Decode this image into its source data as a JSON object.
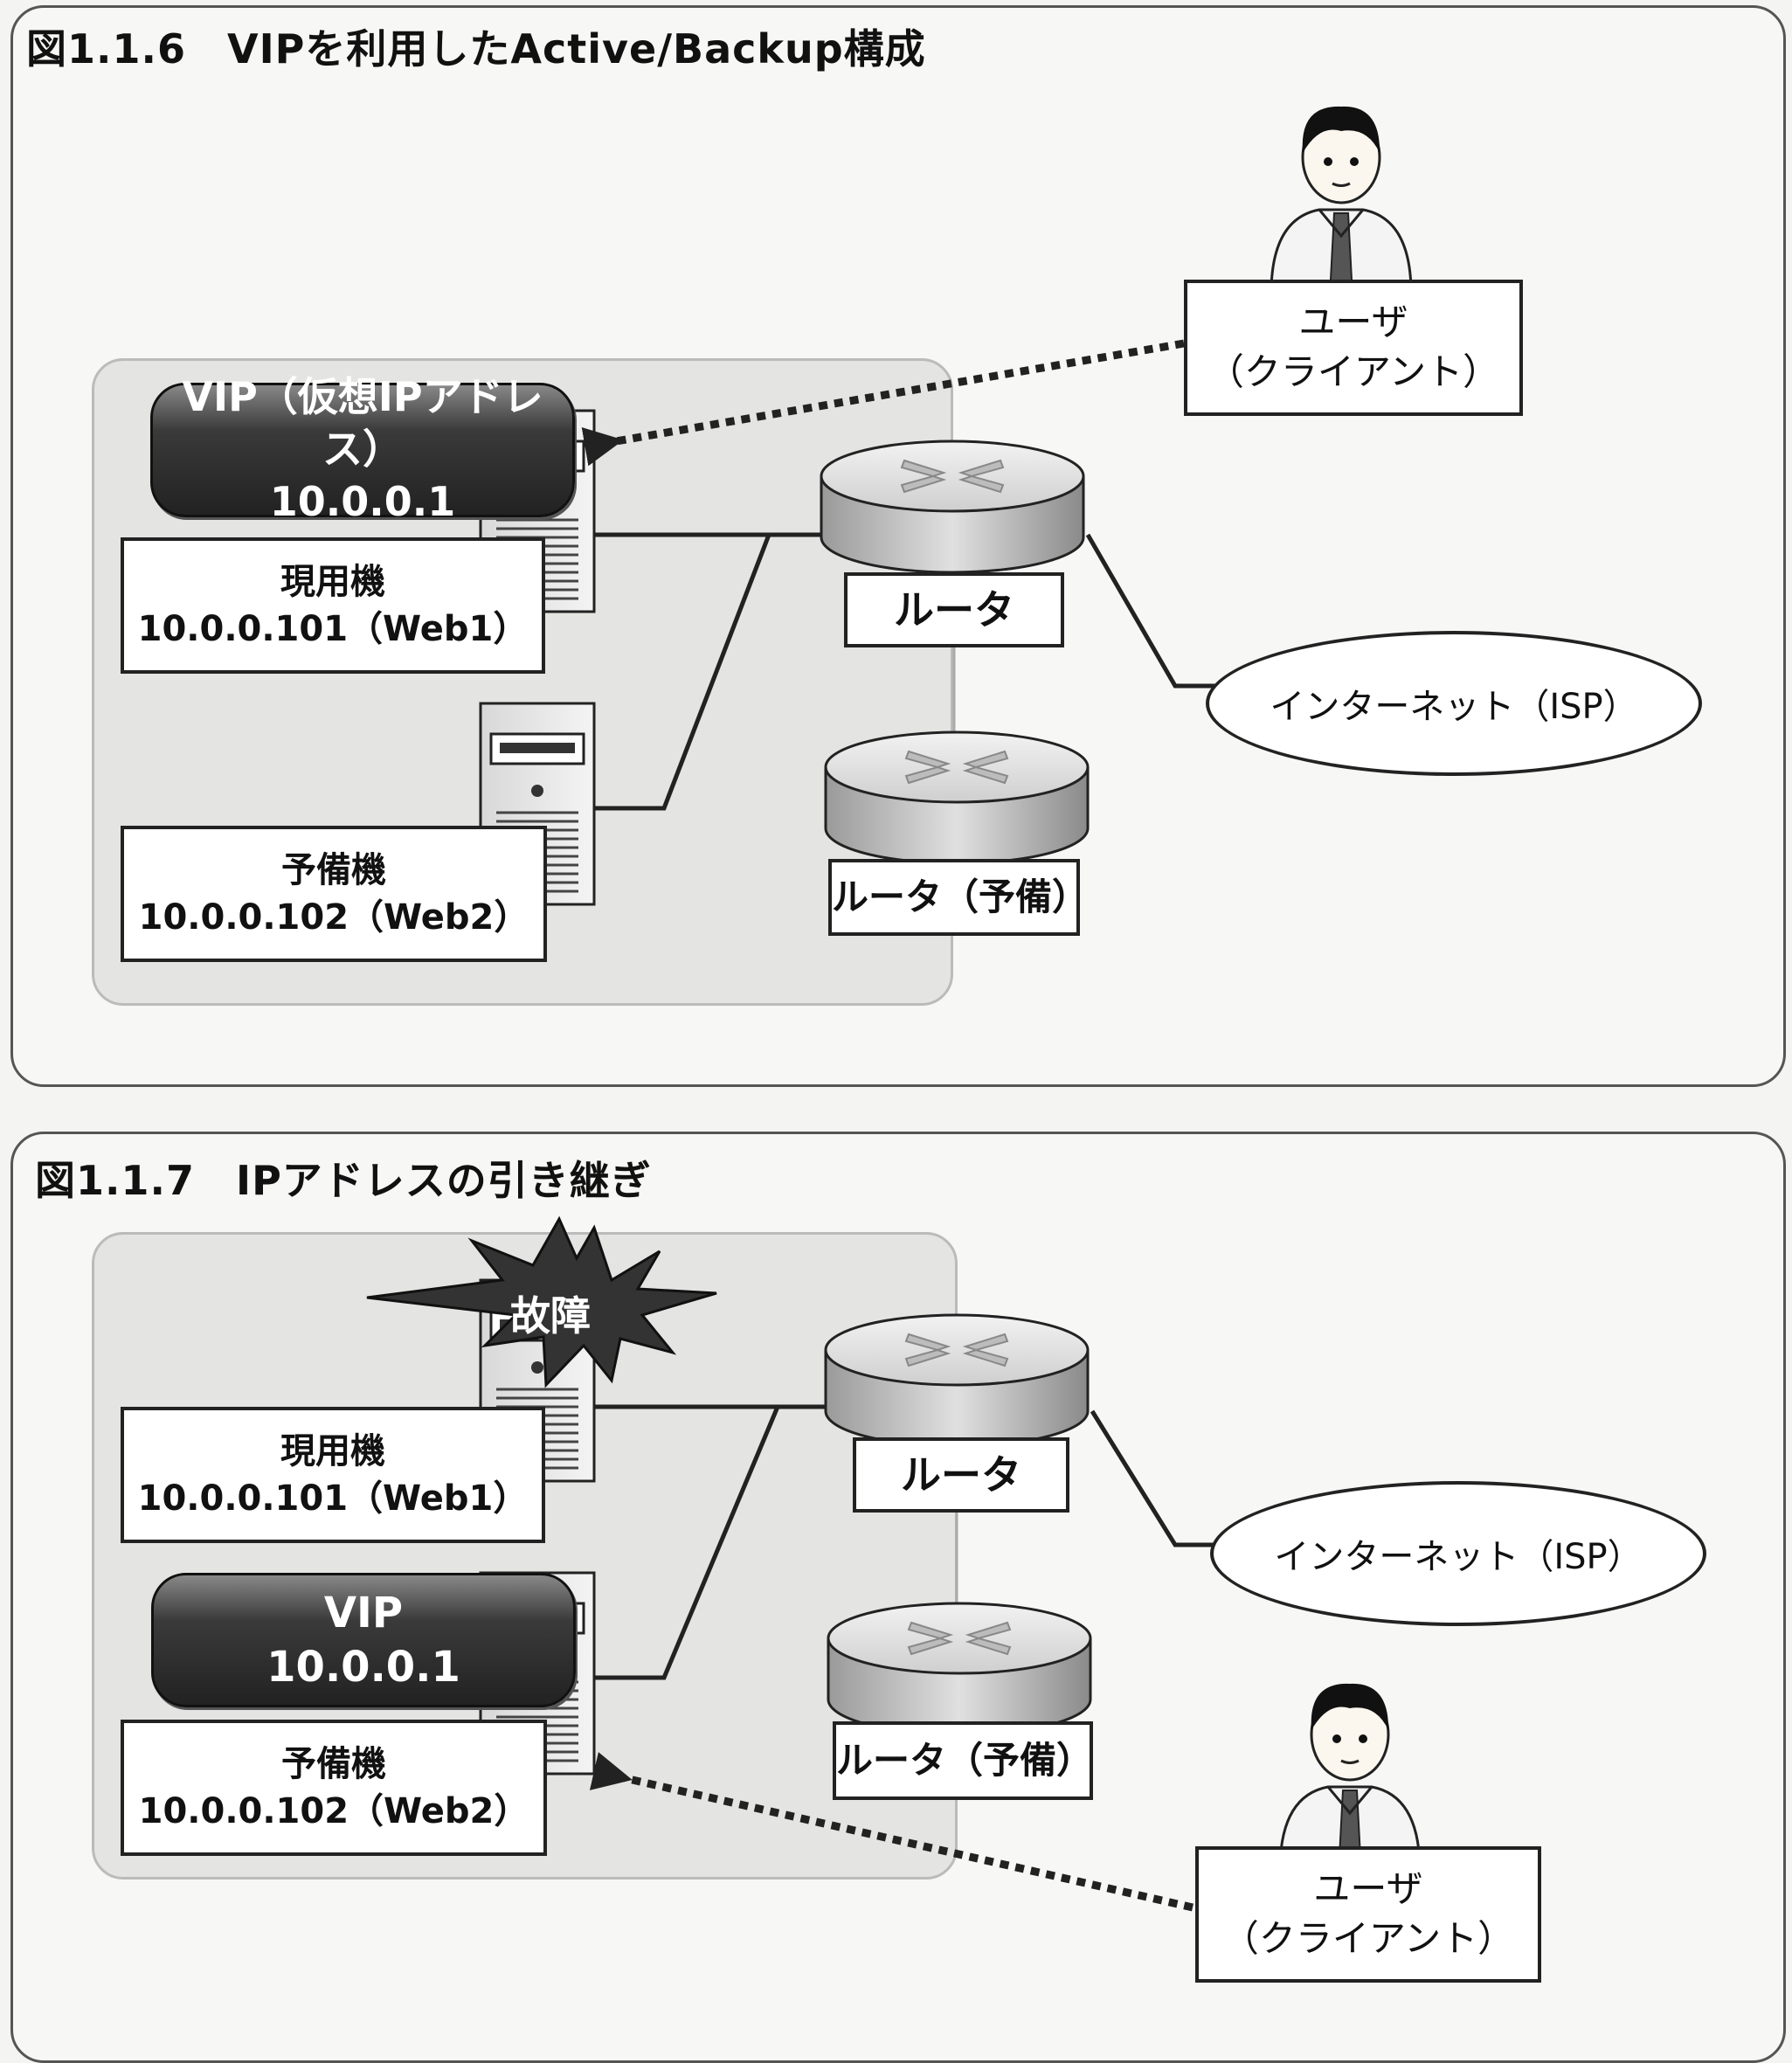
{
  "figure1": {
    "title": "図1.1.6　VIPを利用したActive/Backup構成",
    "vip": {
      "line1": "VIP（仮想IPアドレス）",
      "line2": "10.0.0.1"
    },
    "active": {
      "line1": "現用機",
      "line2": "10.0.0.101（Web1）"
    },
    "standby": {
      "line1": "予備機",
      "line2": "10.0.0.102（Web2）"
    },
    "router": "ルータ",
    "router_backup": "ルータ（予備）",
    "internet": "インターネット（ISP）",
    "user": {
      "line1": "ユーザ",
      "line2": "（クライアント）"
    }
  },
  "figure2": {
    "title": "図1.1.7　IPアドレスの引き継ぎ",
    "failure": "故障",
    "active": {
      "line1": "現用機",
      "line2": "10.0.0.101（Web1）"
    },
    "vip": {
      "line1": "VIP",
      "line2": "10.0.0.1"
    },
    "standby": {
      "line1": "予備機",
      "line2": "10.0.0.102（Web2）"
    },
    "router": "ルータ",
    "router_backup": "ルータ（予備）",
    "internet": "インターネット（ISP）",
    "user": {
      "line1": "ユーザ",
      "line2": "（クライアント）"
    }
  },
  "icons": [
    "server-icon",
    "router-icon",
    "user-icon",
    "failure-burst-icon"
  ]
}
